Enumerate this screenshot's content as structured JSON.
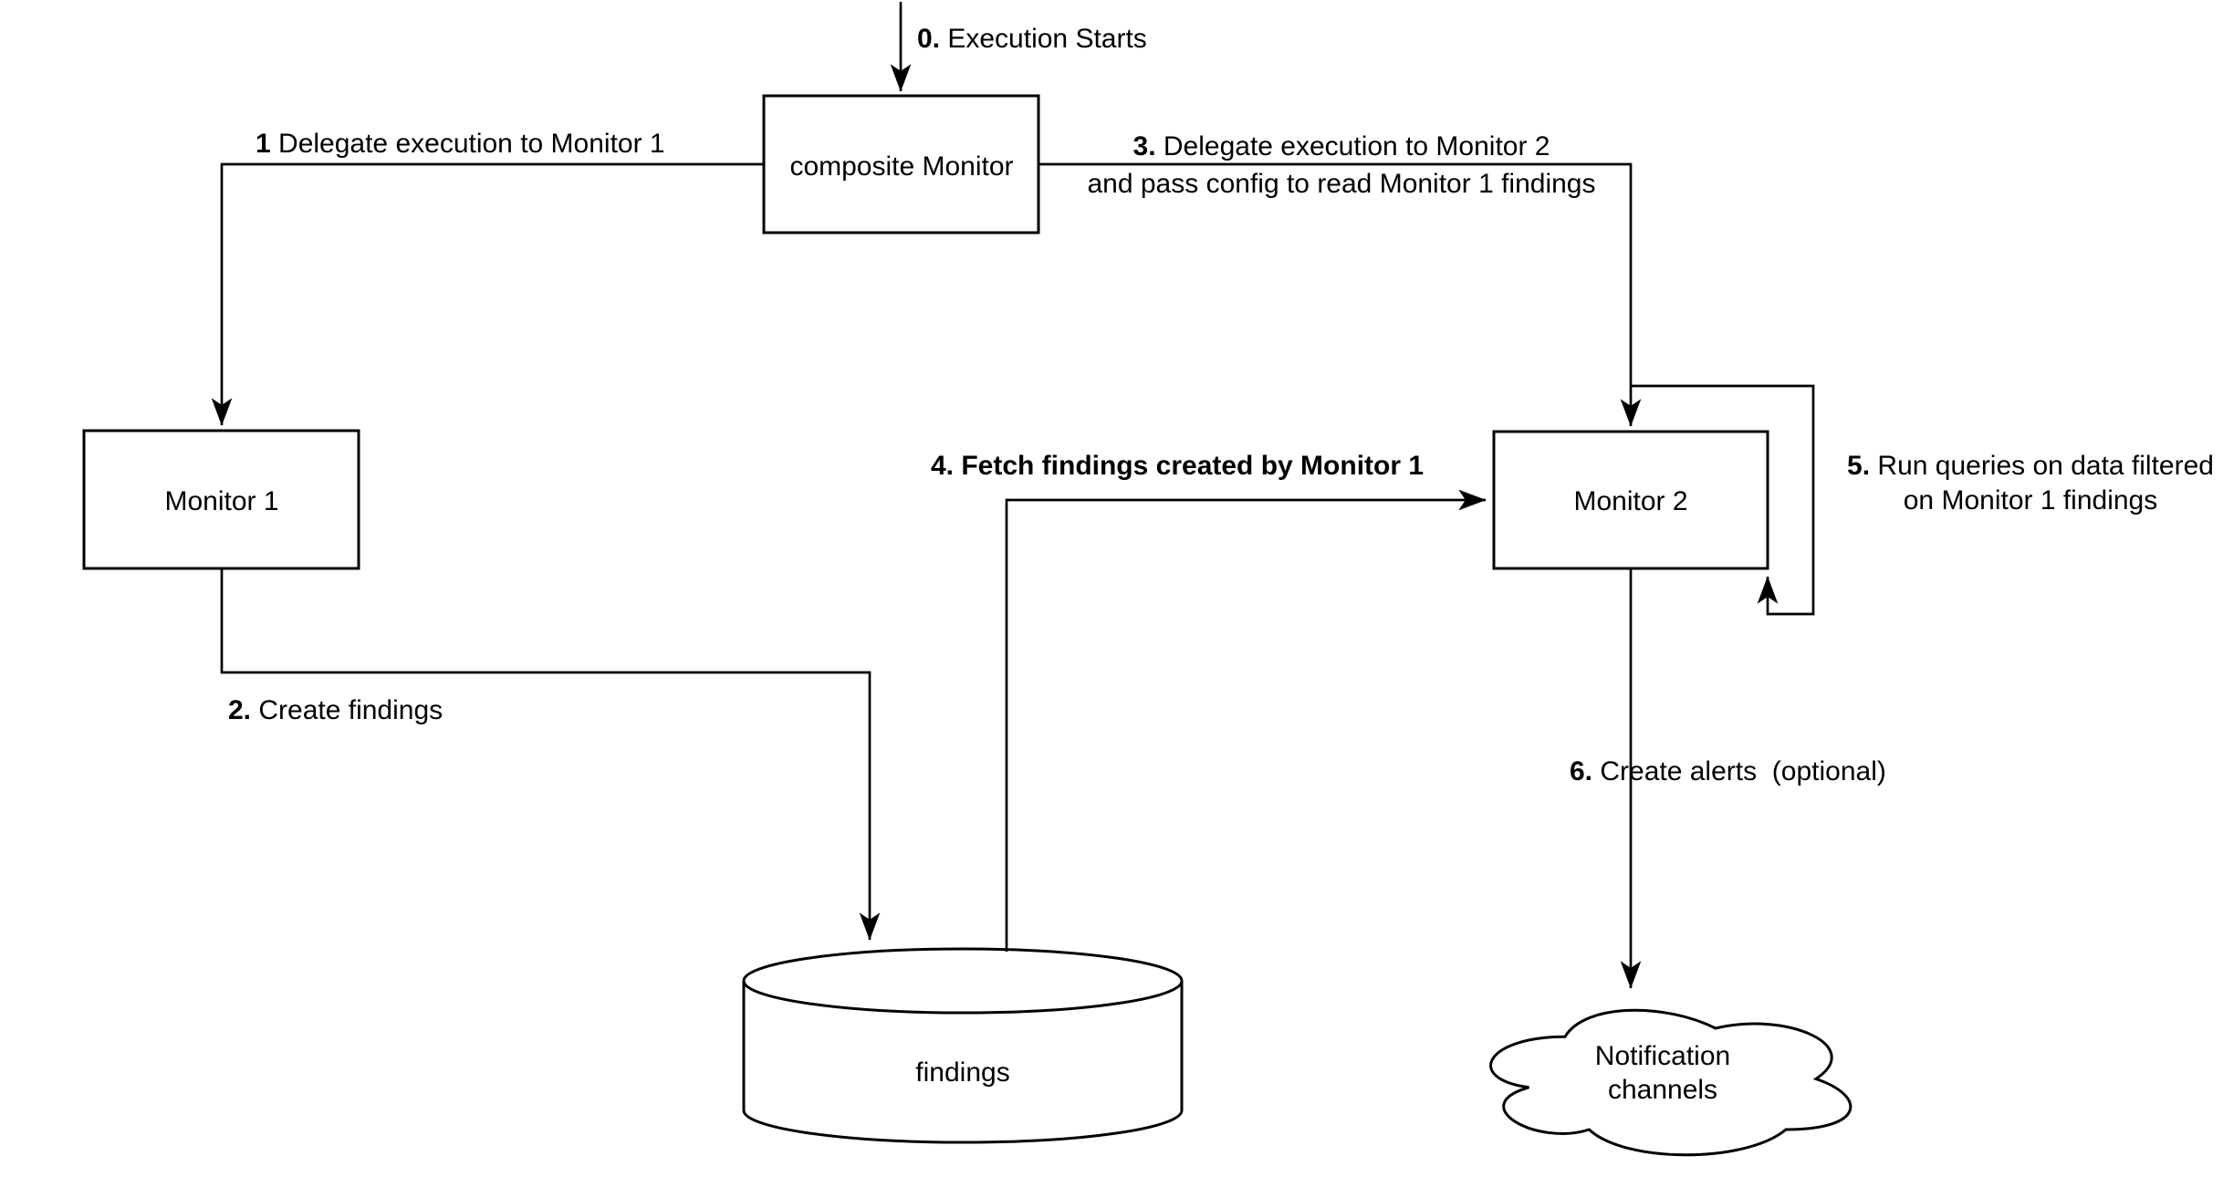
{
  "nodes": {
    "composite_monitor": {
      "label": "composite Monitor"
    },
    "monitor1": {
      "label": "Monitor 1"
    },
    "monitor2": {
      "label": "Monitor 2"
    },
    "findings_store": {
      "label": "findings"
    },
    "notification_channels": {
      "label_line1": "Notification",
      "label_line2": "channels"
    }
  },
  "edges": {
    "e0": {
      "num": "0.",
      "rest": " Execution Starts"
    },
    "e1": {
      "num": "1",
      "rest": " Delegate execution to Monitor 1"
    },
    "e2": {
      "num": "2.",
      "rest": " Create findings"
    },
    "e3": {
      "num": "3.",
      "rest": " Delegate execution to Monitor 2",
      "line2": "and pass config to read Monitor 1 findings"
    },
    "e4": {
      "num": "4.",
      "rest": " Fetch findings created by Monitor 1"
    },
    "e5": {
      "num": "5.",
      "rest": " Run queries on data filtered",
      "line2": "on Monitor 1 findings"
    },
    "e6": {
      "num": "6.",
      "rest": " Create alerts  (optional)"
    }
  },
  "colors": {
    "background": "#ffffff",
    "stroke": "#000000",
    "text": "#000000"
  }
}
